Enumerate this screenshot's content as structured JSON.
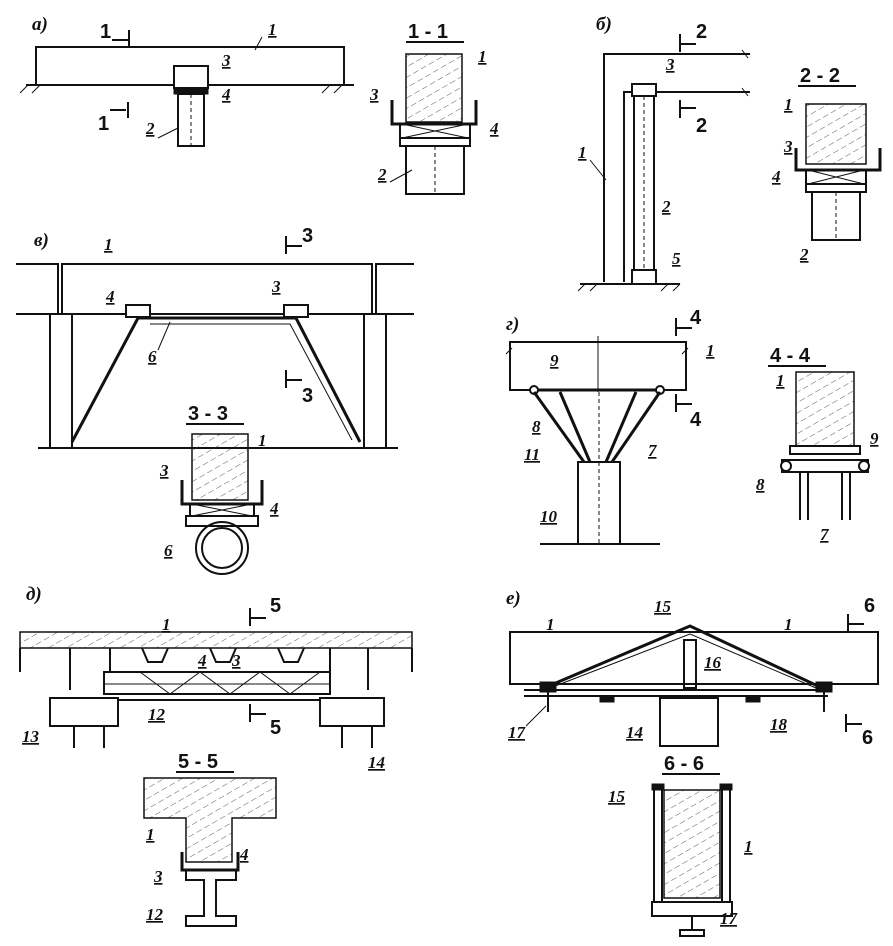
{
  "panels": {
    "a": {
      "label": "а)",
      "cut": "1",
      "section_title": "1 - 1"
    },
    "b": {
      "label": "б)",
      "cut": "2",
      "section_title": "2 - 2"
    },
    "v": {
      "label": "в)",
      "cut": "3",
      "section_title": "3 - 3"
    },
    "g": {
      "label": "г)",
      "cut": "4",
      "section_title": "4 - 4"
    },
    "d": {
      "label": "д)",
      "cut": "5",
      "section_title": "5 - 5"
    },
    "e": {
      "label": "е)",
      "cut": "6",
      "section_title": "6 - 6"
    }
  },
  "callouts": {
    "n1": "1",
    "n2": "2",
    "n3": "3",
    "n4": "4",
    "n5": "5",
    "n6": "6",
    "n7": "7",
    "n8": "8",
    "n9": "9",
    "n10": "10",
    "n11": "11",
    "n12": "12",
    "n13": "13",
    "n14": "14",
    "n15": "15",
    "n16": "16",
    "n17": "17",
    "n18": "18"
  }
}
